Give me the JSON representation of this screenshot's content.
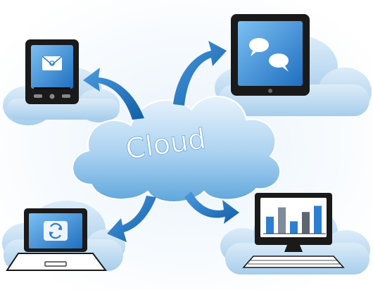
{
  "center": {
    "label": "Cloud"
  },
  "colors": {
    "cloud_light": "#dcecf8",
    "cloud_mid": "#b9d9f2",
    "cloud_dark": "#5fa6db",
    "arrow": "#1f6fb8",
    "device_frame": "#1a1a1a",
    "screen": "#2d7fd0",
    "screen_light": "#7cc0f2"
  },
  "devices": {
    "phone": {
      "icon": "mail-icon"
    },
    "tablet": {
      "icon": "chat-bubbles-icon"
    },
    "laptop": {
      "icon": "sync-icon"
    },
    "monitor": {
      "icon": "bar-chart-icon"
    }
  },
  "monitor_chart": {
    "type": "bar",
    "values": [
      0.55,
      0.85,
      0.4,
      0.7,
      0.9
    ]
  }
}
